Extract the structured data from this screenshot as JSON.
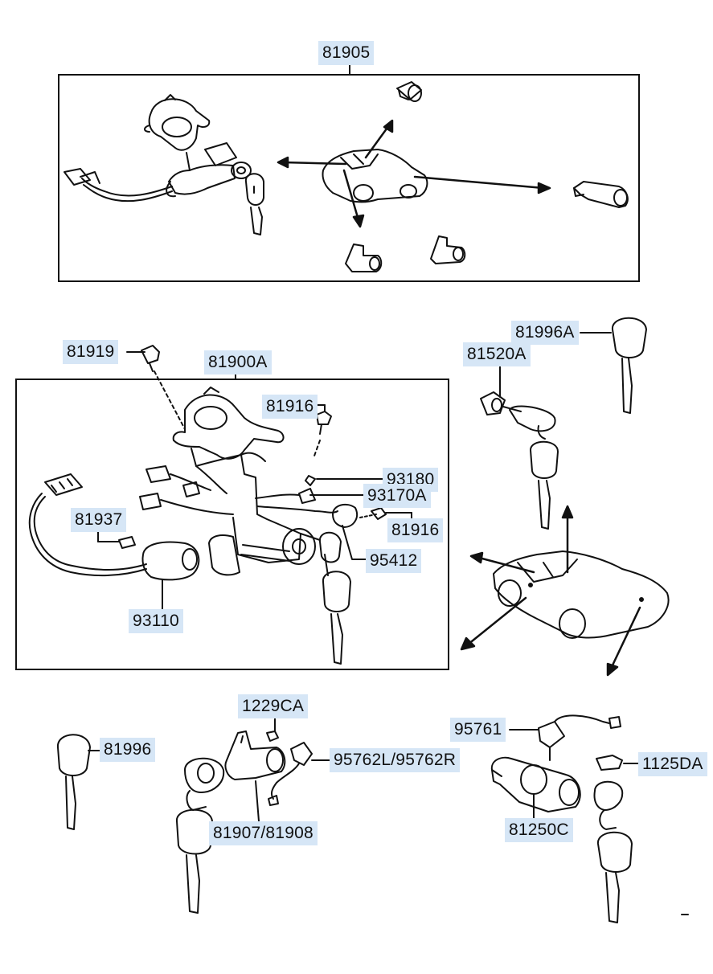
{
  "colors": {
    "label_bg": "#d6e6f6",
    "line": "#111111",
    "background": "#ffffff"
  },
  "parts": {
    "p81905": "81905",
    "p81919": "81919",
    "p81900A": "81900A",
    "p81916_top": "81916",
    "p93180": "93180",
    "p93170A": "93170A",
    "p81937": "81937",
    "p81916_right": "81916",
    "p95412": "95412",
    "p93110": "93110",
    "p81996A": "81996A",
    "p81520A": "81520A",
    "p1229CA": "1229CA",
    "p81996": "81996",
    "p95762": "95762L/95762R",
    "p81907": "81907/81908",
    "p95761": "95761",
    "p1125DA": "1125DA",
    "p81250C": "81250C"
  },
  "illustrations": [
    "ignition-lock-assembly-icon",
    "car-body-icon",
    "lock-cylinder-icon",
    "key-icon",
    "wiring-harness-icon",
    "screw-icon"
  ]
}
